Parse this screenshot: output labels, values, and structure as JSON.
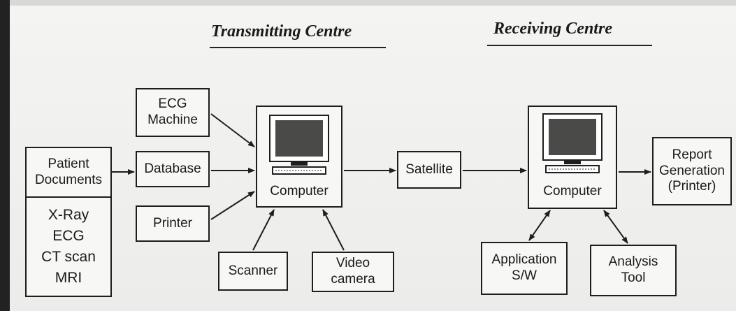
{
  "headings": {
    "transmitting": "Transmitting Centre",
    "receiving": "Receiving Centre"
  },
  "nodes": {
    "patient_documents": "Patient\nDocuments",
    "patient_items": [
      "X-Ray",
      "ECG",
      "CT scan",
      "MRI"
    ],
    "ecg_machine": "ECG\nMachine",
    "database": "Database",
    "printer": "Printer",
    "computer_tx": "Computer",
    "scanner": "Scanner",
    "video_camera": "Video\ncamera",
    "satellite": "Satellite",
    "computer_rx": "Computer",
    "report_generation": "Report\nGeneration\n(Printer)",
    "application_sw": "Application\nS/W",
    "analysis_tool": "Analysis\nTool"
  },
  "colors": {
    "ink": "#1e1e1e",
    "paper": "#f2f2f0",
    "screen": "#4a4a48"
  }
}
